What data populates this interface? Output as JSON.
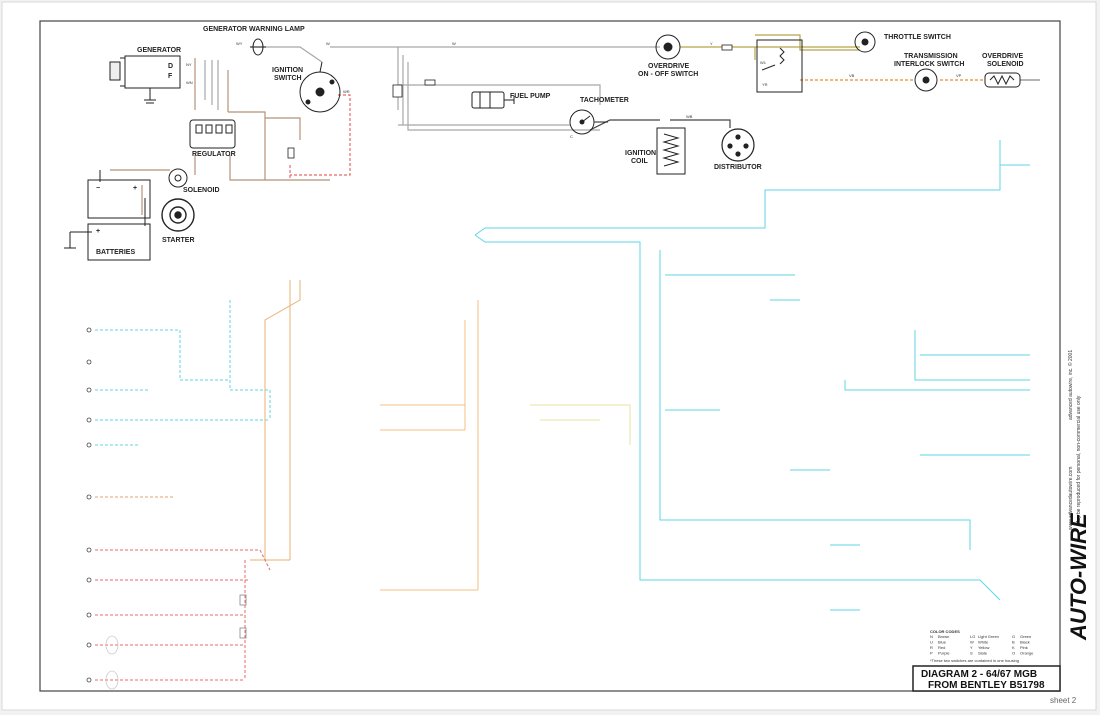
{
  "components": {
    "generator": "GENERATOR",
    "generator_d": "D",
    "generator_f": "F",
    "generator_warning_lamp": "GENERATOR WARNING LAMP",
    "ignition_switch_1": "IGNITION",
    "ignition_switch_2": "SWITCH",
    "regulator": "REGULATOR",
    "solenoid": "SOLENOID",
    "starter": "STARTER",
    "batteries": "BATTERIES",
    "fuel_pump": "FUEL PUMP",
    "tachometer": "TACHOMETER",
    "ignition_coil_1": "IGNITION",
    "ignition_coil_2": "COIL",
    "distributor": "DISTRIBUTOR",
    "overdrive_switch_1": "OVERDRIVE",
    "overdrive_switch_2": "ON - OFF SWITCH",
    "throttle_switch": "THROTTLE SWITCH",
    "interlock_1": "TRANSMISSION",
    "interlock_2": "INTERLOCK SWITCH",
    "od_solenoid_1": "OVERDRIVE",
    "od_solenoid_2": "SOLENOID"
  },
  "wire_codes": {
    "w": "W",
    "wy": "WY",
    "ny": "NY",
    "wn": "WN",
    "y": "Y",
    "wr": "WR",
    "yr": "YR",
    "vb": "VB",
    "vp": "VP",
    "wb": "WB",
    "c": "C",
    "w1": "W1"
  },
  "color_codes": {
    "title": "COLOR CODES",
    "entries": [
      [
        "N",
        "Brown"
      ],
      [
        "LG",
        "Light Green"
      ],
      [
        "G",
        "Green"
      ],
      [
        "U",
        "Blue"
      ],
      [
        "W",
        "White"
      ],
      [
        "B",
        "Black"
      ],
      [
        "R",
        "Red"
      ],
      [
        "Y",
        "Yellow"
      ],
      [
        "K",
        "Pink"
      ],
      [
        "P",
        "Purple"
      ],
      [
        "S",
        "Slate"
      ],
      [
        "O",
        "Orange"
      ]
    ],
    "note": "*These two switches are contained in one housing"
  },
  "title_block": {
    "line1": "DIAGRAM 2 - 64/67 MGB",
    "line2": "FROM BENTLEY B51798"
  },
  "sheet": "sheet 2",
  "side_text": {
    "url": "www.advancedautowire.com",
    "copyright": "advanced autowire, inc. © 2001",
    "note": "May be reproduced for personal, non-commercial use only"
  },
  "logo": "AUTO-WIRE",
  "colors": {
    "white_wire": "#a8a8a8",
    "brown_wire": "#b59178",
    "red_dashed": "#e86a6a",
    "yellow_wire": "#b3a34a",
    "orange_dashed": "#f08a2a",
    "cyan_wire": "#5fd6e6",
    "ink": "#222222"
  }
}
